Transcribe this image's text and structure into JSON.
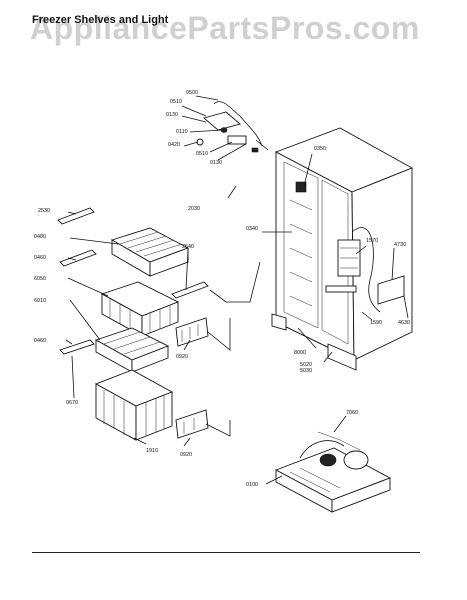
{
  "diagram": {
    "title": "Freezer Shelves and Light",
    "watermark": "AppliancePartsPros.com",
    "part_labels": {
      "p0500": "0500",
      "p0510a": "0510",
      "p0130a": "0130",
      "p0110": "0110",
      "p0420": "0420",
      "p0510b": "0510",
      "p0130b": "0130",
      "p2030": "2030",
      "p0350": "0350",
      "p2530": "2530",
      "p0480": "0480",
      "p0460a": "0460",
      "p6050": "6050",
      "p2540": "2540",
      "p0340": "0340",
      "p1570": "1570",
      "p4730": "4730",
      "p6010": "6010",
      "p0460b": "0460",
      "p1590": "1590",
      "p4630": "4630",
      "p0920a": "0920",
      "p8000": "8000",
      "p5020": "5020",
      "p5030": "5030",
      "p0670": "0670",
      "p7060": "7060",
      "p1910": "1910",
      "p0920b": "0920",
      "p0100": "0100"
    }
  }
}
